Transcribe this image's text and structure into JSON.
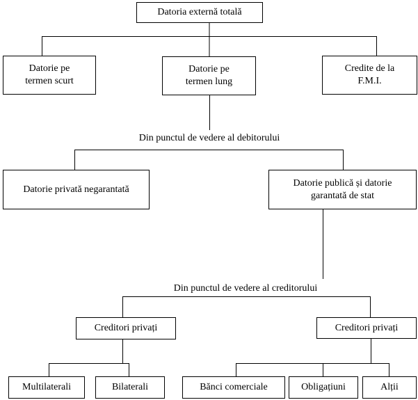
{
  "root": "Datoria externă totală",
  "level1": [
    {
      "line1": "Datorie pe",
      "line2": "termen scurt"
    },
    {
      "line1": "Datorie pe",
      "line2": "termen lung"
    },
    {
      "line1": "Credite de la",
      "line2": "F.M.I."
    }
  ],
  "debtor_label": "Din punctul de vedere al debitorului",
  "debtor": [
    {
      "line1": "Datorie privată negarantată"
    },
    {
      "line1": "Datorie publică și datorie",
      "line2": "garantată de stat"
    }
  ],
  "creditor_label": "Din punctul de vedere al creditorului",
  "creditors": [
    "Creditori privați",
    "Creditori privați"
  ],
  "left_leaves": [
    "Multilaterali",
    "Bilaterali"
  ],
  "right_leaves": [
    "Bănci comerciale",
    "Obligațiuni",
    "Alții"
  ]
}
